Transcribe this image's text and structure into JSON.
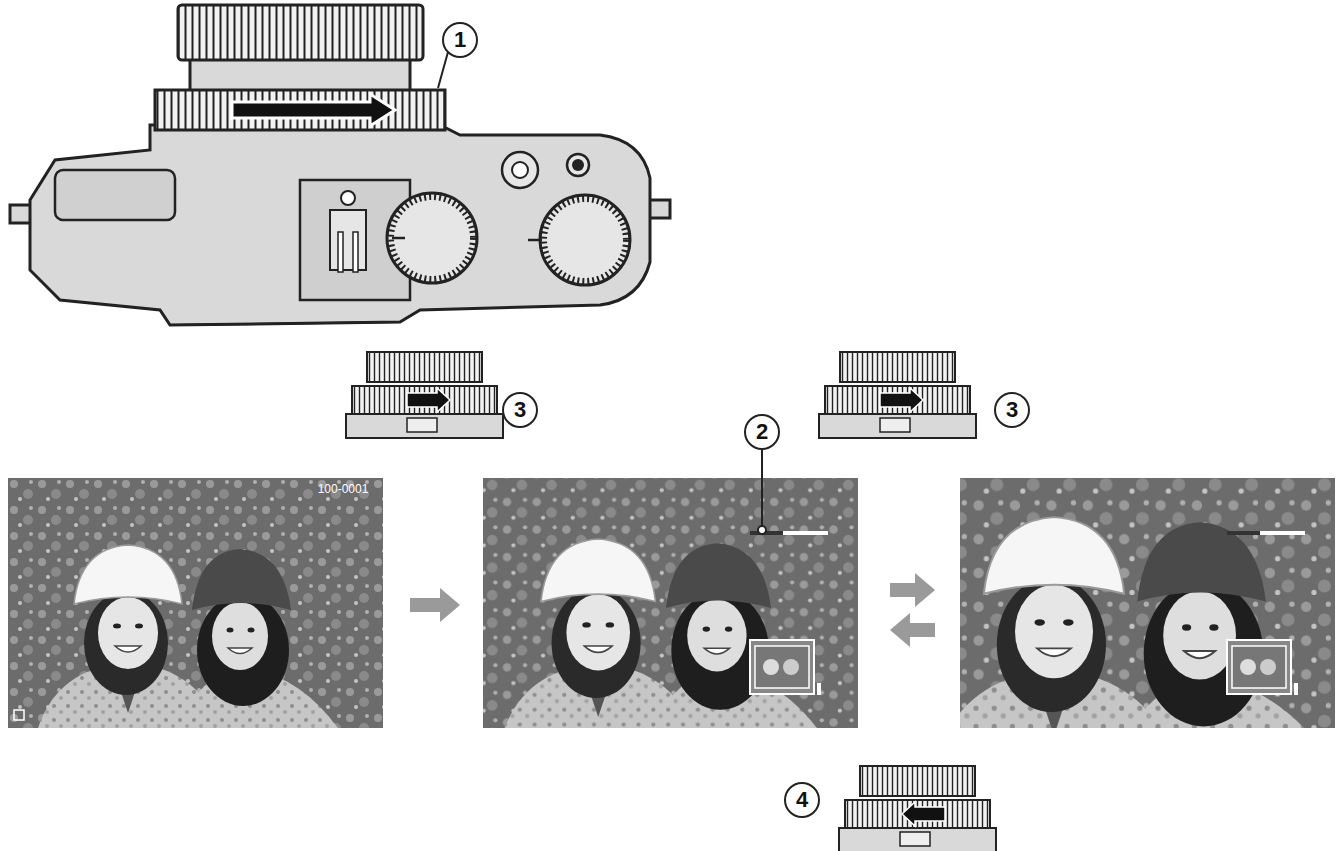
{
  "diagram": {
    "labels": [
      "1",
      "3",
      "3",
      "2",
      "100-0001",
      "4"
    ]
  }
}
